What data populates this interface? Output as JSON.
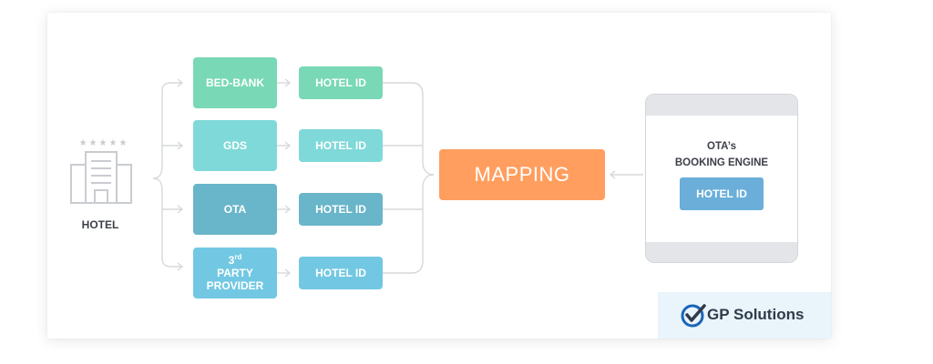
{
  "diagram": {
    "hotel": {
      "label": "HOTEL",
      "stars": "★★★★★"
    },
    "sources": [
      {
        "label": "BED-BANK",
        "id_label": "HOTEL ID",
        "color": "#79d8b5"
      },
      {
        "label": "GDS",
        "id_label": "HOTEL ID",
        "color": "#7fd9d8"
      },
      {
        "label": "OTA",
        "id_label": "HOTEL ID",
        "color": "#69b5c9"
      },
      {
        "label_line1": "3",
        "label_sup": "rd",
        "label_line2": "PARTY",
        "label_line3": "PROVIDER",
        "id_label": "HOTEL ID",
        "color": "#72c8e3"
      }
    ],
    "mapping": {
      "label": "MAPPING",
      "color": "#ff9e5f"
    },
    "engine": {
      "title_line1": "OTA’s",
      "title_line2": "BOOKING ENGINE",
      "id_label": "HOTEL ID",
      "color": "#6aaed9"
    }
  },
  "branding": {
    "logo_text": "GP Solutions",
    "logo_color": "#1a64b8"
  }
}
